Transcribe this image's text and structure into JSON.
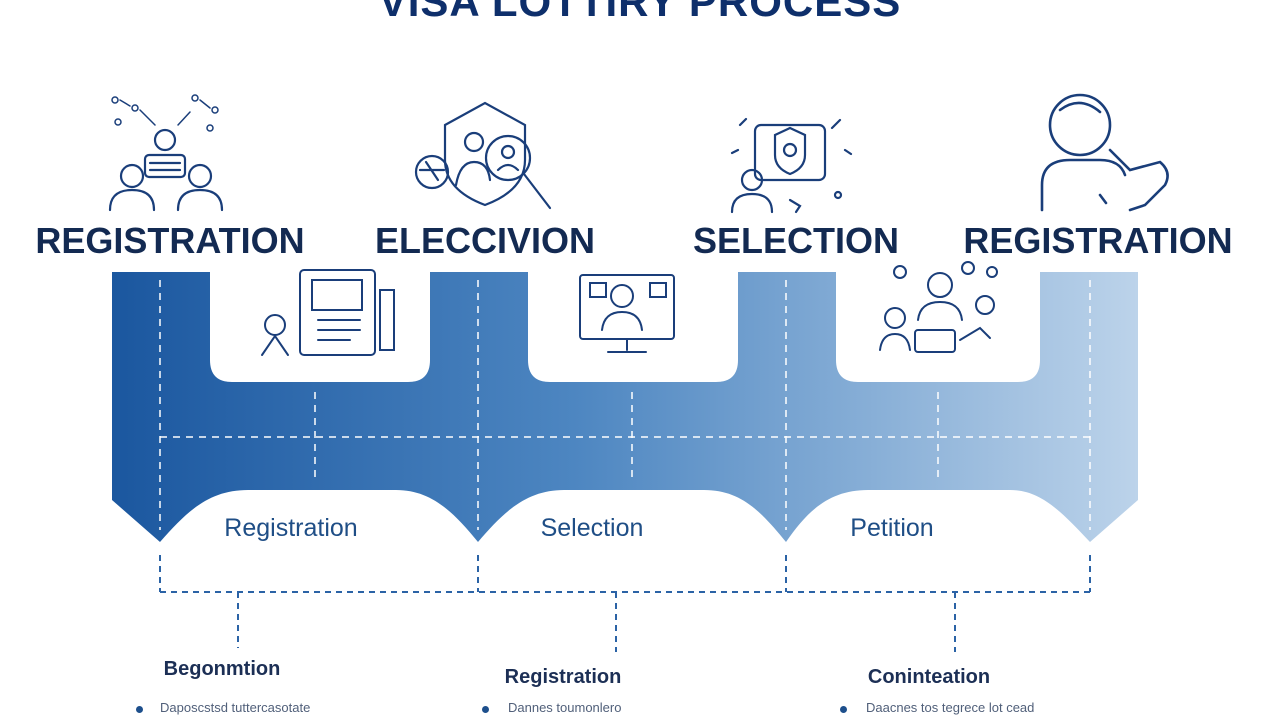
{
  "title": "VISA LOTTIRY PROCESS",
  "steps": [
    {
      "label": "REGISTRATION",
      "icon": "users-network-icon"
    },
    {
      "label": "ELECCIVION",
      "icon": "shield-magnifier-icon"
    },
    {
      "label": "SELECTION",
      "icon": "badge-person-icon"
    },
    {
      "label": "REGISTRATION",
      "icon": "person-thinking-icon"
    }
  ],
  "band_labels": [
    "Registration",
    "Selection",
    "Petition"
  ],
  "sub_steps": [
    {
      "title": "Begonmtion",
      "desc": "Daposcstsd tuttercasotate"
    },
    {
      "title": "Registration",
      "desc": "Dannes toumonlero"
    },
    {
      "title": "Coninteation",
      "desc": "Daacnes tos tegrece lot cead"
    }
  ],
  "colors": {
    "title": "#0e2f6b",
    "band_dark": "#1f5aa1",
    "band_light": "#b7d0ea",
    "dashed": "#2b63a6"
  }
}
